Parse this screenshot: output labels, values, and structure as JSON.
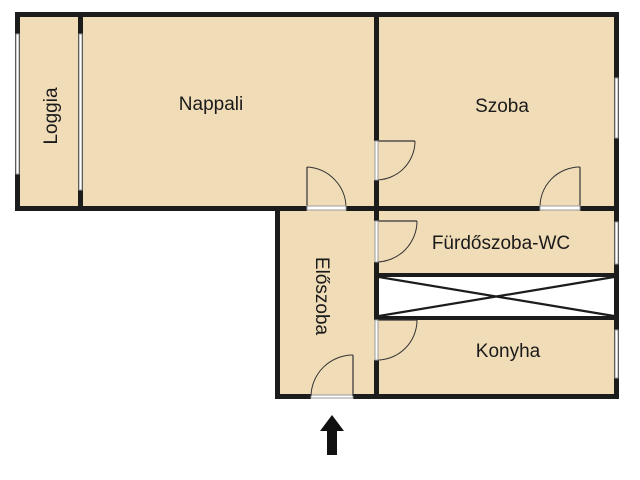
{
  "floorplan": {
    "rooms": {
      "loggia": "Loggia",
      "nappali": "Nappali",
      "szoba": "Szoba",
      "furdoszoba": "Fürdőszoba-WC",
      "eloszoba": "Előszoba",
      "konyha": "Konyha"
    },
    "colors": {
      "floor": "#f1dcb8",
      "wall": "#1c1c1c"
    },
    "icons": {
      "entrance": "arrow-up-icon"
    }
  }
}
